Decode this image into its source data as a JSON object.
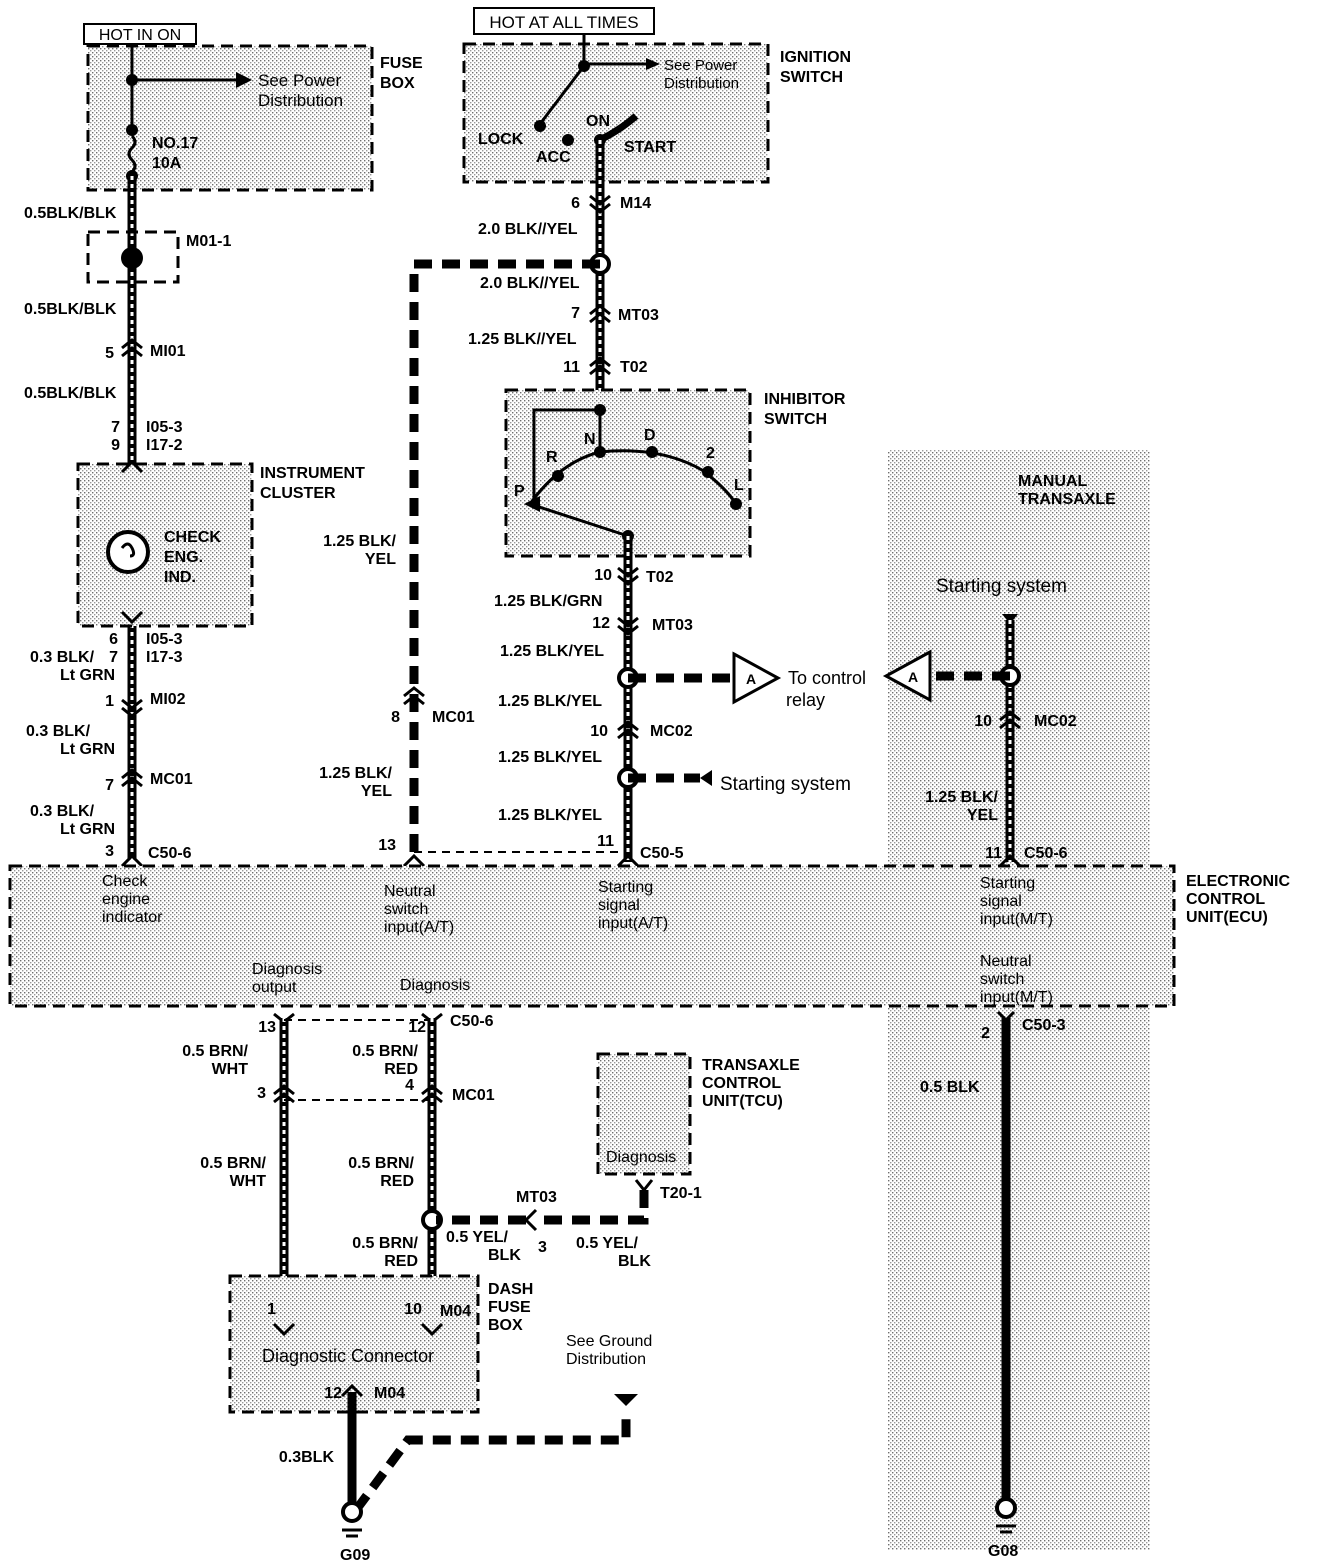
{
  "power": {
    "hot_in_on": "HOT IN ON",
    "hot_at_all_times": "HOT AT ALL TIMES"
  },
  "components": {
    "fuse_box": "FUSE BOX",
    "fuse_box_l1": "FUSE",
    "fuse_box_l2": "BOX",
    "see_power_1": "See Power",
    "see_power_2": "Distribution",
    "fuse_no": "NO.17",
    "fuse_amp": "10A",
    "ignition_l1": "IGNITION",
    "ignition_l2": "SWITCH",
    "ign_lock": "LOCK",
    "ign_acc": "ACC",
    "ign_on": "ON",
    "ign_start": "START",
    "inhibitor_l1": "INHIBITOR",
    "inhibitor_l2": "SWITCH",
    "pos_p": "P",
    "pos_r": "R",
    "pos_n": "N",
    "pos_d": "D",
    "pos_2": "2",
    "pos_l": "L",
    "instrument_l1": "INSTRUMENT",
    "instrument_l2": "CLUSTER",
    "check_l1": "CHECK",
    "check_l2": "ENG.",
    "check_l3": "IND.",
    "manual_l1": "MANUAL",
    "manual_l2": "TRANSAXLE",
    "starting_system": "Starting system",
    "to_control_1": "To control",
    "to_control_2": "relay",
    "marker_a": "A",
    "ecu_l1": "ELECTRONIC",
    "ecu_l2": "CONTROL",
    "ecu_l3": "UNIT(ECU)",
    "tcu_l1": "TRANSAXLE",
    "tcu_l2": "CONTROL",
    "tcu_l3": "UNIT(TCU)",
    "tcu_diag": "Diagnosis",
    "dash_l1": "DASH",
    "dash_l2": "FUSE",
    "dash_l3": "BOX",
    "diag_connector": "Diagnostic Connector",
    "see_ground_1": "See Ground",
    "see_ground_2": "Distribution",
    "g09": "G09",
    "g08": "G08"
  },
  "ecu_pins": {
    "check_1": "Check",
    "check_2": "engine",
    "check_3": "indicator",
    "neutral_at_1": "Neutral",
    "neutral_at_2": "switch",
    "neutral_at_3": "input(A/T)",
    "start_at_1": "Starting",
    "start_at_2": "signal",
    "start_at_3": "input(A/T)",
    "start_mt_1": "Starting",
    "start_mt_2": "signal",
    "start_mt_3": "input(M/T)",
    "neutral_mt_1": "Neutral",
    "neutral_mt_2": "switch",
    "neutral_mt_3": "input(M/T)",
    "diag_out_1": "Diagnosis",
    "diag_out_2": "output",
    "diag": "Diagnosis"
  },
  "wires": {
    "w_05blkblk": "0.5BLK/BLK",
    "w_20blkyel": "2.0 BLK//YEL",
    "w_125blkyel_dbl": "1.25 BLK//YEL",
    "w_125blk": "1.25 BLK/",
    "w_yel": "YEL",
    "w_125blkgrn": "1.25 BLK/GRN",
    "w_125blkyel": "1.25 BLK/YEL",
    "w_03blk": "0.3 BLK/",
    "w_ltgrn": "Lt GRN",
    "w_05brn": "0.5 BRN/",
    "w_wht": "WHT",
    "w_red": "RED",
    "w_05yel": "0.5 YEL/",
    "w_blk": "BLK",
    "w_05blk": "0.5 BLK",
    "w_03blkg": "0.3BLK"
  },
  "connectors": {
    "m01_1": "M01-1",
    "mi01": "MI01",
    "i05_3": "I05-3",
    "i17_2": "I17-2",
    "i17_3": "I17-3",
    "mi02": "MI02",
    "mc01": "MC01",
    "c50_6": "C50-6",
    "c50_5": "C50-5",
    "c50_3": "C50-3",
    "m14": "M14",
    "mt03": "MT03",
    "t02": "T02",
    "mc02": "MC02",
    "t20_1": "T20-1",
    "m04": "M04"
  },
  "pins": {
    "p1": "1",
    "p2": "2",
    "p3": "3",
    "p4": "4",
    "p5": "5",
    "p6": "6",
    "p7": "7",
    "p8": "8",
    "p9": "9",
    "p10": "10",
    "p11": "11",
    "p12": "12",
    "p13": "13"
  }
}
